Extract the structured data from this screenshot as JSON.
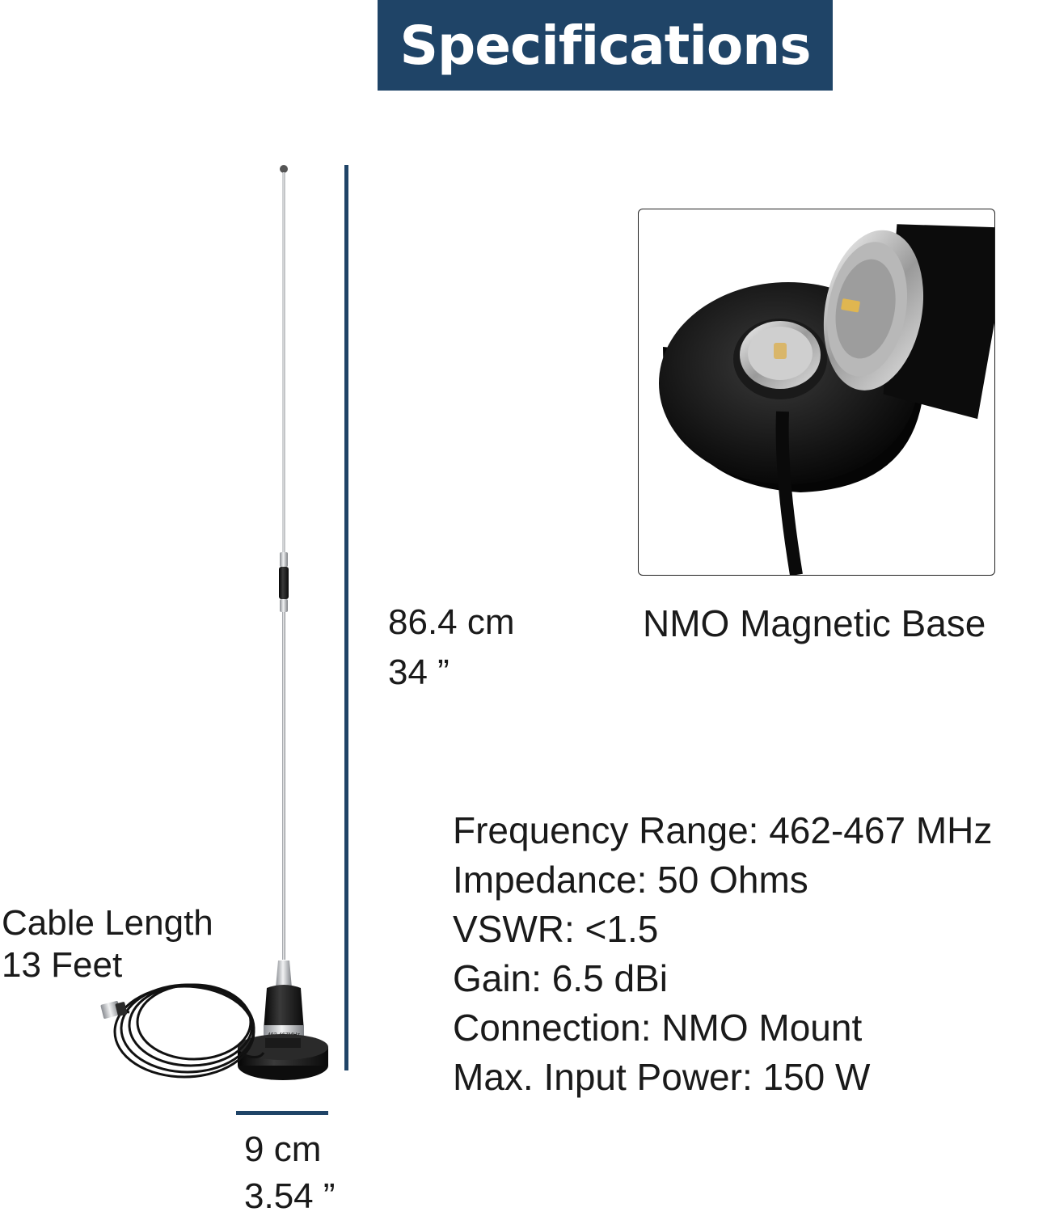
{
  "banner": {
    "title": "Specifications"
  },
  "colors": {
    "banner_bg": "#1f4467",
    "dimension_line": "#1f4467",
    "text": "#1a1a1a",
    "magnetic_base": "#151515",
    "whip": "#b9bcc0"
  },
  "dimensions": {
    "height_cm": "86.4 cm",
    "height_in": "34 ”",
    "base_width_cm": "9 cm",
    "base_width_in": "3.54 ”",
    "cable_label": "Cable  Length",
    "cable_length": "13 Feet"
  },
  "detail_photo": {
    "caption": "NMO Magnetic Base",
    "icon": "nmo-magnetic-base-closeup-image"
  },
  "product_image": {
    "icon": "cb-antenna-with-magnetic-mount-image",
    "base_marking": "462-467MHz"
  },
  "specs": [
    "Frequency Range: 462-467 MHz",
    "Impedance: 50 Ohms",
    "VSWR: <1.5",
    "Gain: 6.5 dBi",
    "Connection: NMO Mount",
    "Max. Input Power: 150 W"
  ]
}
